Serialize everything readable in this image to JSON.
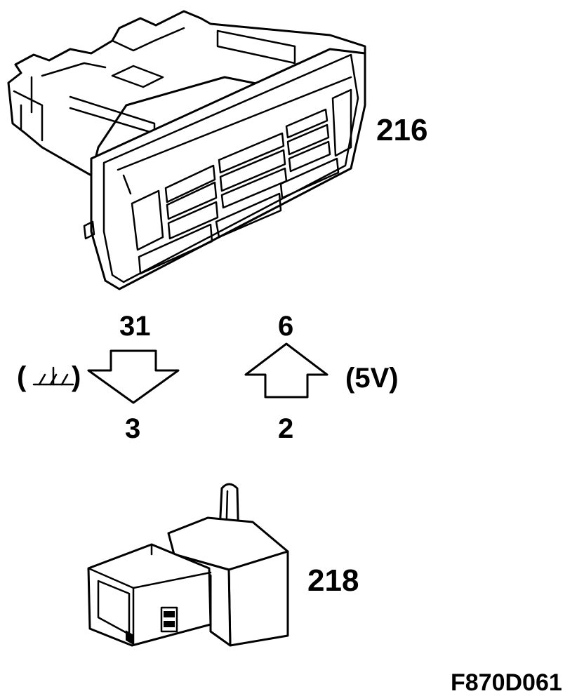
{
  "parts": {
    "control_unit": {
      "label": "216",
      "icon": "climate-control-panel-icon"
    },
    "sensor": {
      "label": "218",
      "icon": "pressure-sensor-icon"
    }
  },
  "pins": {
    "ground": {
      "top": "31",
      "bottom": "3",
      "side_label_open": "(",
      "side_label_close": ")",
      "icon": "ground-symbol-icon",
      "arrow": "down-arrow-icon"
    },
    "supply": {
      "top": "6",
      "bottom": "2",
      "side_label": "(5V)",
      "arrow": "up-arrow-icon"
    }
  },
  "figure_code": "F870D061",
  "colors": {
    "line": "#000000",
    "background": "#ffffff"
  }
}
